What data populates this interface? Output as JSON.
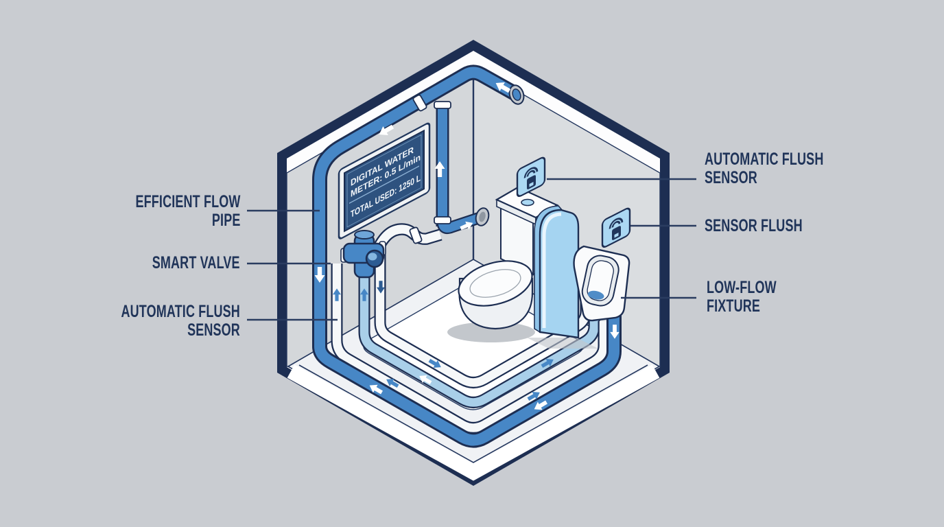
{
  "diagram": {
    "subject": "smart-restroom-water-system-isometric-diagram",
    "display_panel": {
      "name": "digital water meter",
      "line1": "DIGITAL WATER",
      "line2": "METER: 0.5 L/min",
      "line3": "TOTAL USED: 1250 L"
    },
    "labels": {
      "left": [
        {
          "id": "efficient-flow-pipe",
          "text": "EFFICIENT FLOW\nPIPE"
        },
        {
          "id": "smart-valve",
          "text": "SMART VALVE"
        },
        {
          "id": "automatic-flush-sensor-left",
          "text": "AUTOMATIC FLUSH\nSENSOR"
        }
      ],
      "right": [
        {
          "id": "automatic-flush-sensor-right",
          "text": "AUTOMATIC FLUSH\nSENSOR"
        },
        {
          "id": "sensor-flush",
          "text": "SENSOR FLUSH"
        },
        {
          "id": "low-flow-fixture",
          "text": "LOW-FLOW\nFIXTURE"
        }
      ]
    },
    "icons": [
      {
        "name": "wifi-sensor-icon",
        "count": 2
      }
    ],
    "colors": {
      "background": "#c9ccd1",
      "outline_navy": "#1d2e52",
      "line_navy": "#24375e",
      "wall_left": "#d4d7da",
      "wall_right": "#dadde0",
      "floor": "#f0f2f5",
      "pipe_blue": "#4787c6",
      "pipe_light_blue": "#a9cfe9",
      "pipe_white": "#f6f8f9",
      "partition_blue": "#a5d4f1",
      "sensor_blue": "#abd8f3",
      "screen_navy": "#2e527f",
      "label_navy": "#203459"
    }
  }
}
